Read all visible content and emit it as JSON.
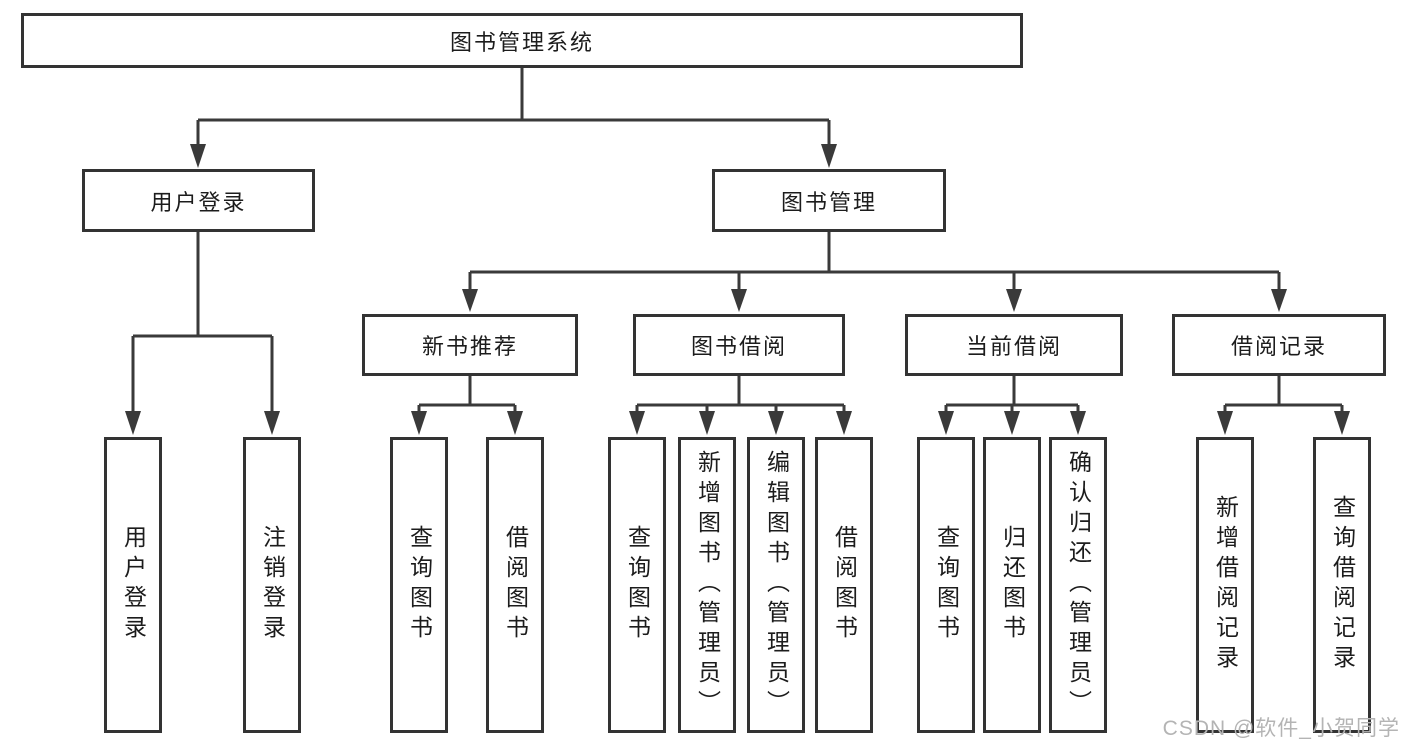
{
  "diagram": {
    "nodes": {
      "root": "图书管理系统",
      "user_login": "用户登录",
      "book_mgmt": "图书管理",
      "new_book_rec": "新书推荐",
      "book_borrow": "图书借阅",
      "current_borrow": "当前借阅",
      "borrow_records": "借阅记录",
      "leaf_user_login": "用户登录",
      "leaf_logout": "注销登录",
      "leaf_nbr_query": "查询图书",
      "leaf_nbr_borrow": "借阅图书",
      "leaf_bb_query": "查询图书",
      "leaf_bb_add": "新增图书（管理员）",
      "leaf_bb_edit": "编辑图书（管理员）",
      "leaf_bb_borrow": "借阅图书",
      "leaf_cb_query": "查询图书",
      "leaf_cb_return": "归还图书",
      "leaf_cb_confirm": "确认归还（管理员）",
      "leaf_br_add": "新增借阅记录",
      "leaf_br_query": "查询借阅记录"
    },
    "watermark": "CSDN @软件_小贺同学",
    "colors": {
      "line": "#3a3a3a",
      "box_border": "#333333",
      "text": "#1c1c1c",
      "watermark": "#b4b4b4",
      "background": "#ffffff"
    }
  }
}
